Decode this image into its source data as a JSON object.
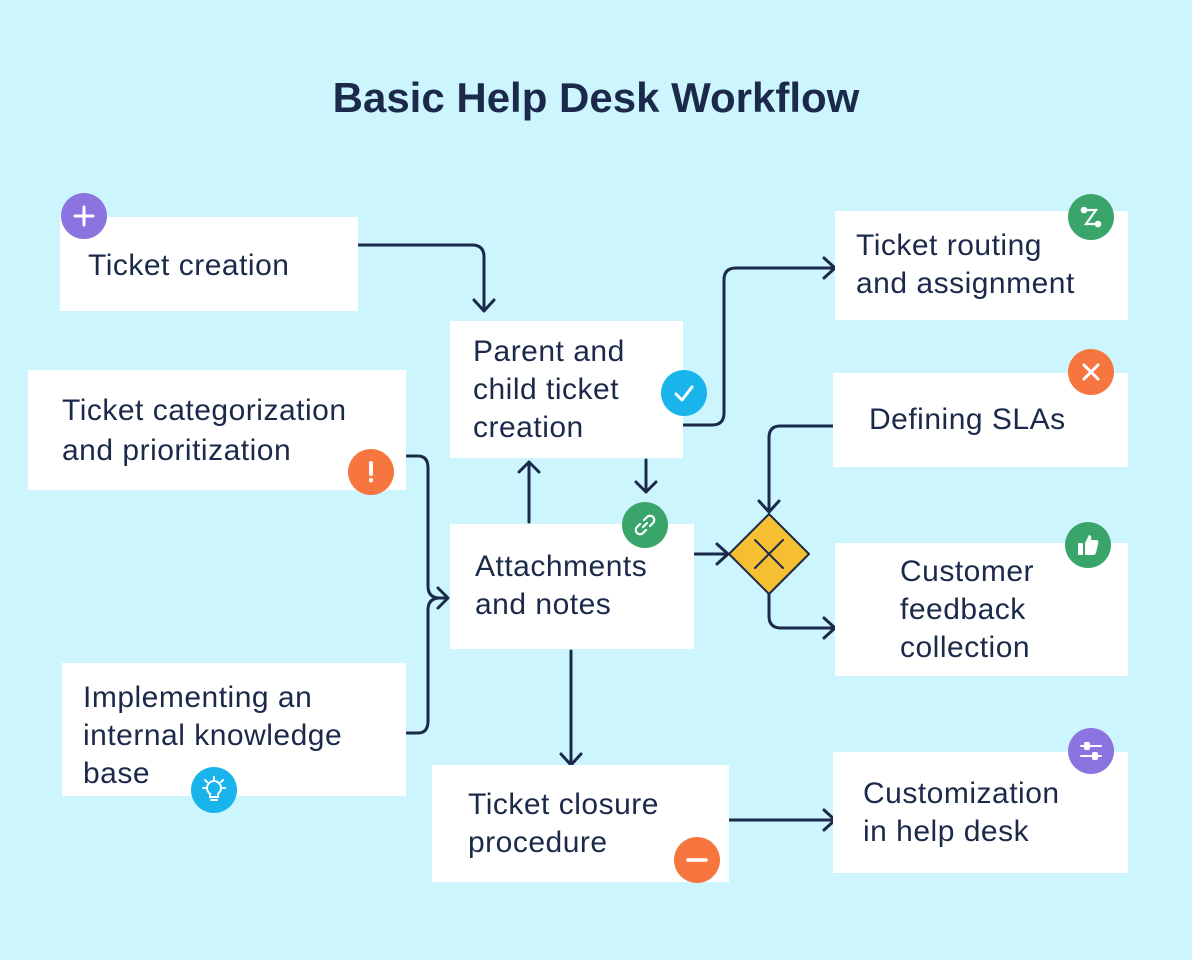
{
  "title": "Basic Help Desk Workflow",
  "nodes": {
    "ticket_creation": "Ticket creation",
    "categorization": [
      "Ticket categorization",
      "and prioritization"
    ],
    "knowledge_base": [
      "Implementing an",
      "internal knowledge",
      "base"
    ],
    "parent_child": [
      "Parent and",
      "child ticket",
      "creation"
    ],
    "attachments": [
      "Attachments",
      "and notes"
    ],
    "closure": [
      "Ticket closure",
      "procedure"
    ],
    "routing": [
      "Ticket routing",
      "and assignment"
    ],
    "slas": "Defining SLAs",
    "feedback": [
      "Customer",
      "feedback",
      "collection"
    ],
    "customization": [
      "Customization",
      "in help desk"
    ]
  },
  "colors": {
    "text": "#1b2a4a",
    "background": "#cdf5fd",
    "purple": "#8b74e0",
    "orange": "#f7763f",
    "blue": "#1ab4ec",
    "green": "#3aa56b",
    "gateway": "#f6bf32"
  }
}
